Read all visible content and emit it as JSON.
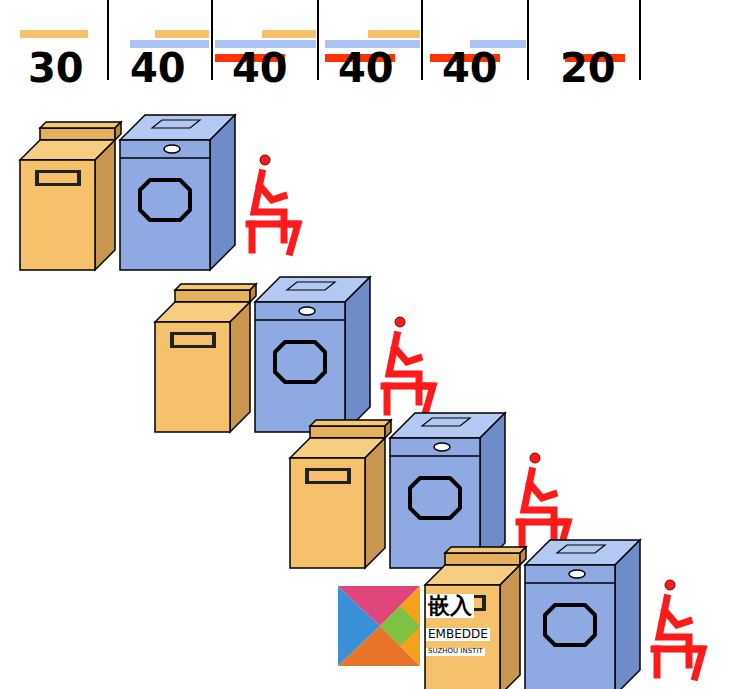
{
  "diagram": {
    "labels": [
      "30",
      "40",
      "40",
      "40",
      "40",
      "20",
      "嵌入",
      "EMBEDDE",
      "SUZHOU INSTIT"
    ]
  }
}
